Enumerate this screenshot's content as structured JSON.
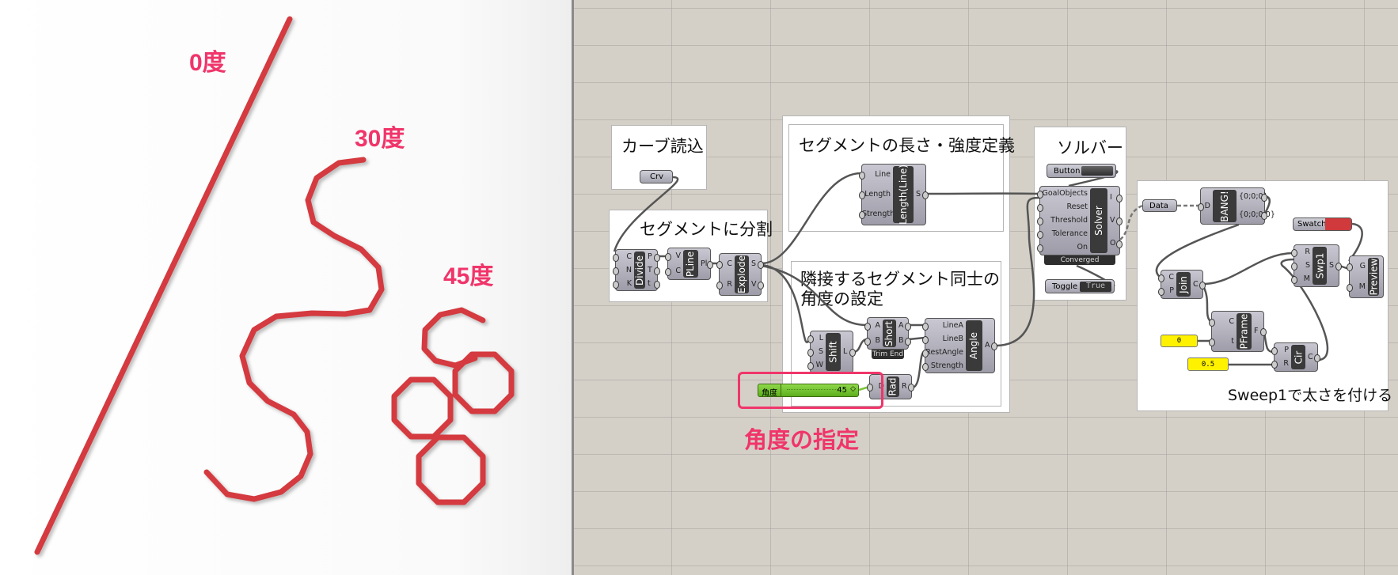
{
  "viewport": {
    "labels": [
      "0度",
      "30度",
      "45度"
    ],
    "curve_color": "#d43a3f"
  },
  "groups": {
    "curve_input": "カーブ読込",
    "split": "セグメントに分割",
    "length": "セグメントの長さ・強度定義",
    "angle_line1": "隣接するセグメント同士の",
    "angle_line2": "角度の設定",
    "solver": "ソルバー",
    "sweep": "Sweep1で太さを付ける"
  },
  "components": {
    "divide": {
      "name": "Divide",
      "inputs": [
        "C",
        "N",
        "K"
      ],
      "outputs": [
        "P",
        "T",
        "t"
      ]
    },
    "pline": {
      "name": "PLine",
      "inputs": [
        "V",
        "C"
      ],
      "outputs": [
        "Pl"
      ]
    },
    "explode": {
      "name": "Explode",
      "inputs": [
        "C",
        "R"
      ],
      "outputs": [
        "S",
        "V"
      ]
    },
    "length": {
      "name": "Length(Line)",
      "inputs": [
        "Line",
        "Length",
        "Strength"
      ],
      "outputs": [
        "S"
      ]
    },
    "shift": {
      "name": "Shift",
      "inputs": [
        "L",
        "S",
        "W"
      ],
      "outputs": [
        "L"
      ]
    },
    "short": {
      "name": "Short",
      "inputs": [
        "A",
        "B"
      ],
      "outputs": [
        "A",
        "B"
      ],
      "sublabel": "Trim End"
    },
    "angle": {
      "name": "Angle",
      "inputs": [
        "LineA",
        "LineB",
        "RestAngle",
        "Strength"
      ],
      "outputs": [
        "A"
      ]
    },
    "rad": {
      "name": "Rad",
      "inputs": [
        "D"
      ],
      "outputs": [
        "R"
      ]
    },
    "solver": {
      "name": "Solver",
      "inputs": [
        "GoalObjects",
        "Reset",
        "Threshold",
        "Tolerance",
        "On"
      ],
      "outputs": [
        "I",
        "V",
        "O"
      ],
      "sublabel": "Converged"
    },
    "bang": {
      "name": "BANG!",
      "inputs": [
        "D"
      ],
      "outputs": [
        "{0;0;0}",
        "{0;0;0;0}"
      ]
    },
    "join": {
      "name": "Join",
      "inputs": [
        "C",
        "P"
      ],
      "outputs": [
        "C"
      ]
    },
    "pframe": {
      "name": "PFrame",
      "inputs": [
        "C",
        "t"
      ],
      "outputs": [
        "F"
      ]
    },
    "cir": {
      "name": "Cir",
      "inputs": [
        "P",
        "R"
      ],
      "outputs": [
        "C"
      ]
    },
    "swp1": {
      "name": "Swp1",
      "inputs": [
        "R",
        "S",
        "M"
      ],
      "outputs": [
        "S"
      ]
    },
    "preview": {
      "name": "Preview",
      "inputs": [
        "G",
        "M"
      ],
      "outputs": []
    }
  },
  "params": {
    "crv": "Crv",
    "button": "Button",
    "toggle": "Toggle",
    "toggle_value": "True",
    "data": "Data",
    "swatch": "Swatch",
    "swatch_color": "#d03a3c"
  },
  "slider": {
    "label": "角度",
    "value": "45",
    "fill_fraction": 1.0
  },
  "panels": {
    "zero": "0",
    "half": "0.5"
  },
  "annotation": "角度の指定"
}
